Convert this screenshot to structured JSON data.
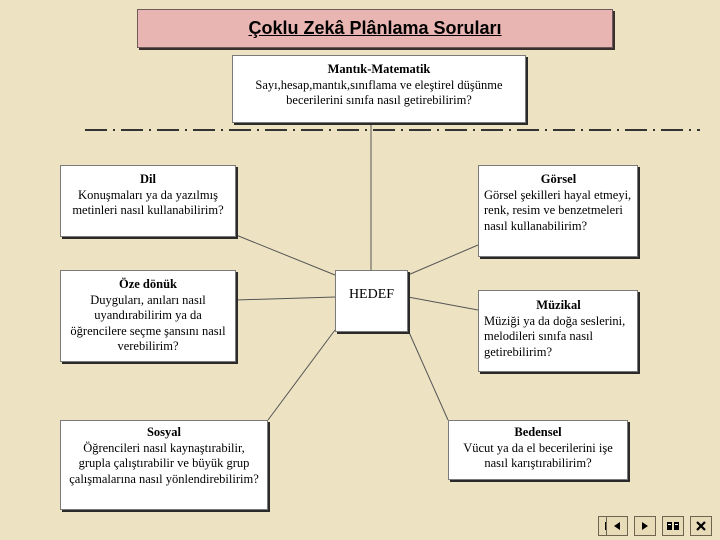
{
  "title": "Çoklu Zekâ Plânlama Soruları",
  "center_label": "HEDEF",
  "boxes": {
    "mantik": {
      "head": "Mantık-Matematik",
      "body": "Sayı,hesap,mantık,sınıflama ve eleştirel düşünme becerilerini sınıfa nasıl getirebilirim?"
    },
    "dil": {
      "head": "Dil",
      "body": "Konuşmaları ya da yazılmış metinleri nasıl kullanabilirim?"
    },
    "gorsel": {
      "head": "Görsel",
      "body": "Görsel şekilleri hayal etmeyi, renk, resim ve benzetmeleri nasıl kullanabilirim?"
    },
    "ozedonuk": {
      "head": "Öze dönük",
      "body": "Duyguları, anıları nasıl uyandırabilirim ya da öğrencilere seçme şansını nasıl verebilirim?"
    },
    "muzikal": {
      "head": "Müzikal",
      "body": "Müziği ya da doğa seslerini, melodileri sınıfa nasıl getirebilirim?"
    },
    "sosyal": {
      "head": "Sosyal",
      "body": "Öğrencileri nasıl kaynaştırabilir, grupla çalıştırabilir ve büyük grup çalışmalarına nasıl yönlendirebilirim?"
    },
    "bedensel": {
      "head": "Bedensel",
      "body": "Vücut ya da el becerilerini işe nasıl karıştırabilirim?"
    }
  },
  "nav_icons": [
    "first-slide-icon",
    "previous-slide-icon",
    "next-slide-icon",
    "slide-list-icon",
    "close-icon"
  ],
  "colors": {
    "background": "#ede3c2",
    "title_fill": "#e8b5b2"
  }
}
